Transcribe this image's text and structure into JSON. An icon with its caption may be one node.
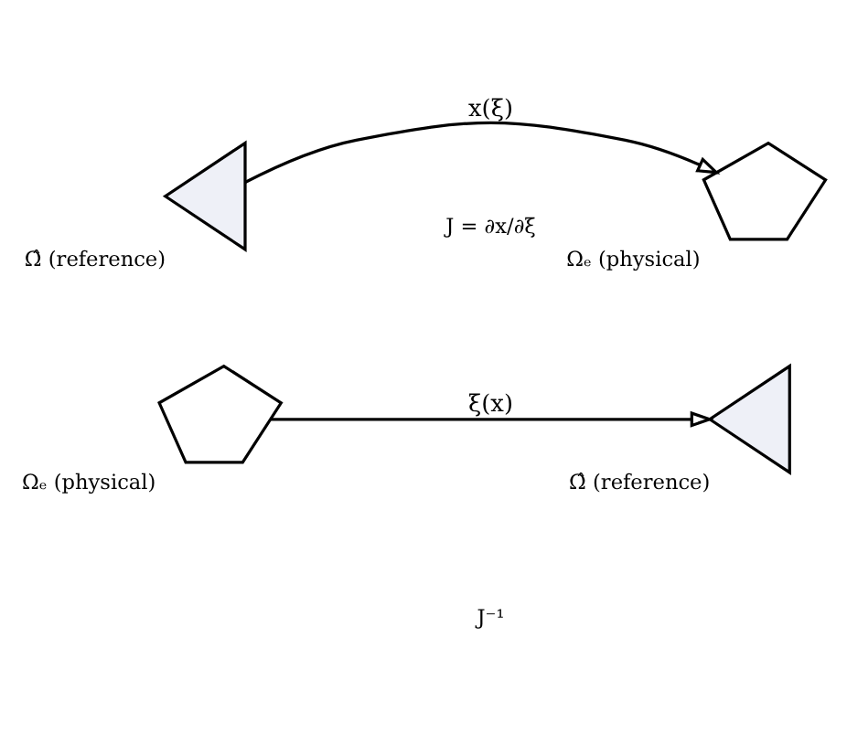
{
  "diagram": {
    "nodes": [
      {
        "text": [],
        "shape": "sector",
        "beside": [
          "Ωₑ (physical)"
        ]
      },
      {
        "text": [],
        "shape": "triangle",
        "beside": [
          "Ω̂ (reference)"
        ]
      },
      {
        "text": [],
        "shape": "triangle",
        "beside": [
          "Ω̂ (reference)"
        ]
      },
      {
        "text": [],
        "shape": "sector",
        "beside": [
          "Ωₑ (physical)"
        ]
      }
    ],
    "edges": [
      {
        "from": 0,
        "to": 1,
        "arrow": "to",
        "label": "ξ(x)"
      },
      {
        "from": 2,
        "to": 3,
        "arrow": "to",
        "label": "x(ξ)"
      }
    ],
    "labels": [
      "J⁻¹",
      "J = ∂x/∂ξ"
    ]
  }
}
